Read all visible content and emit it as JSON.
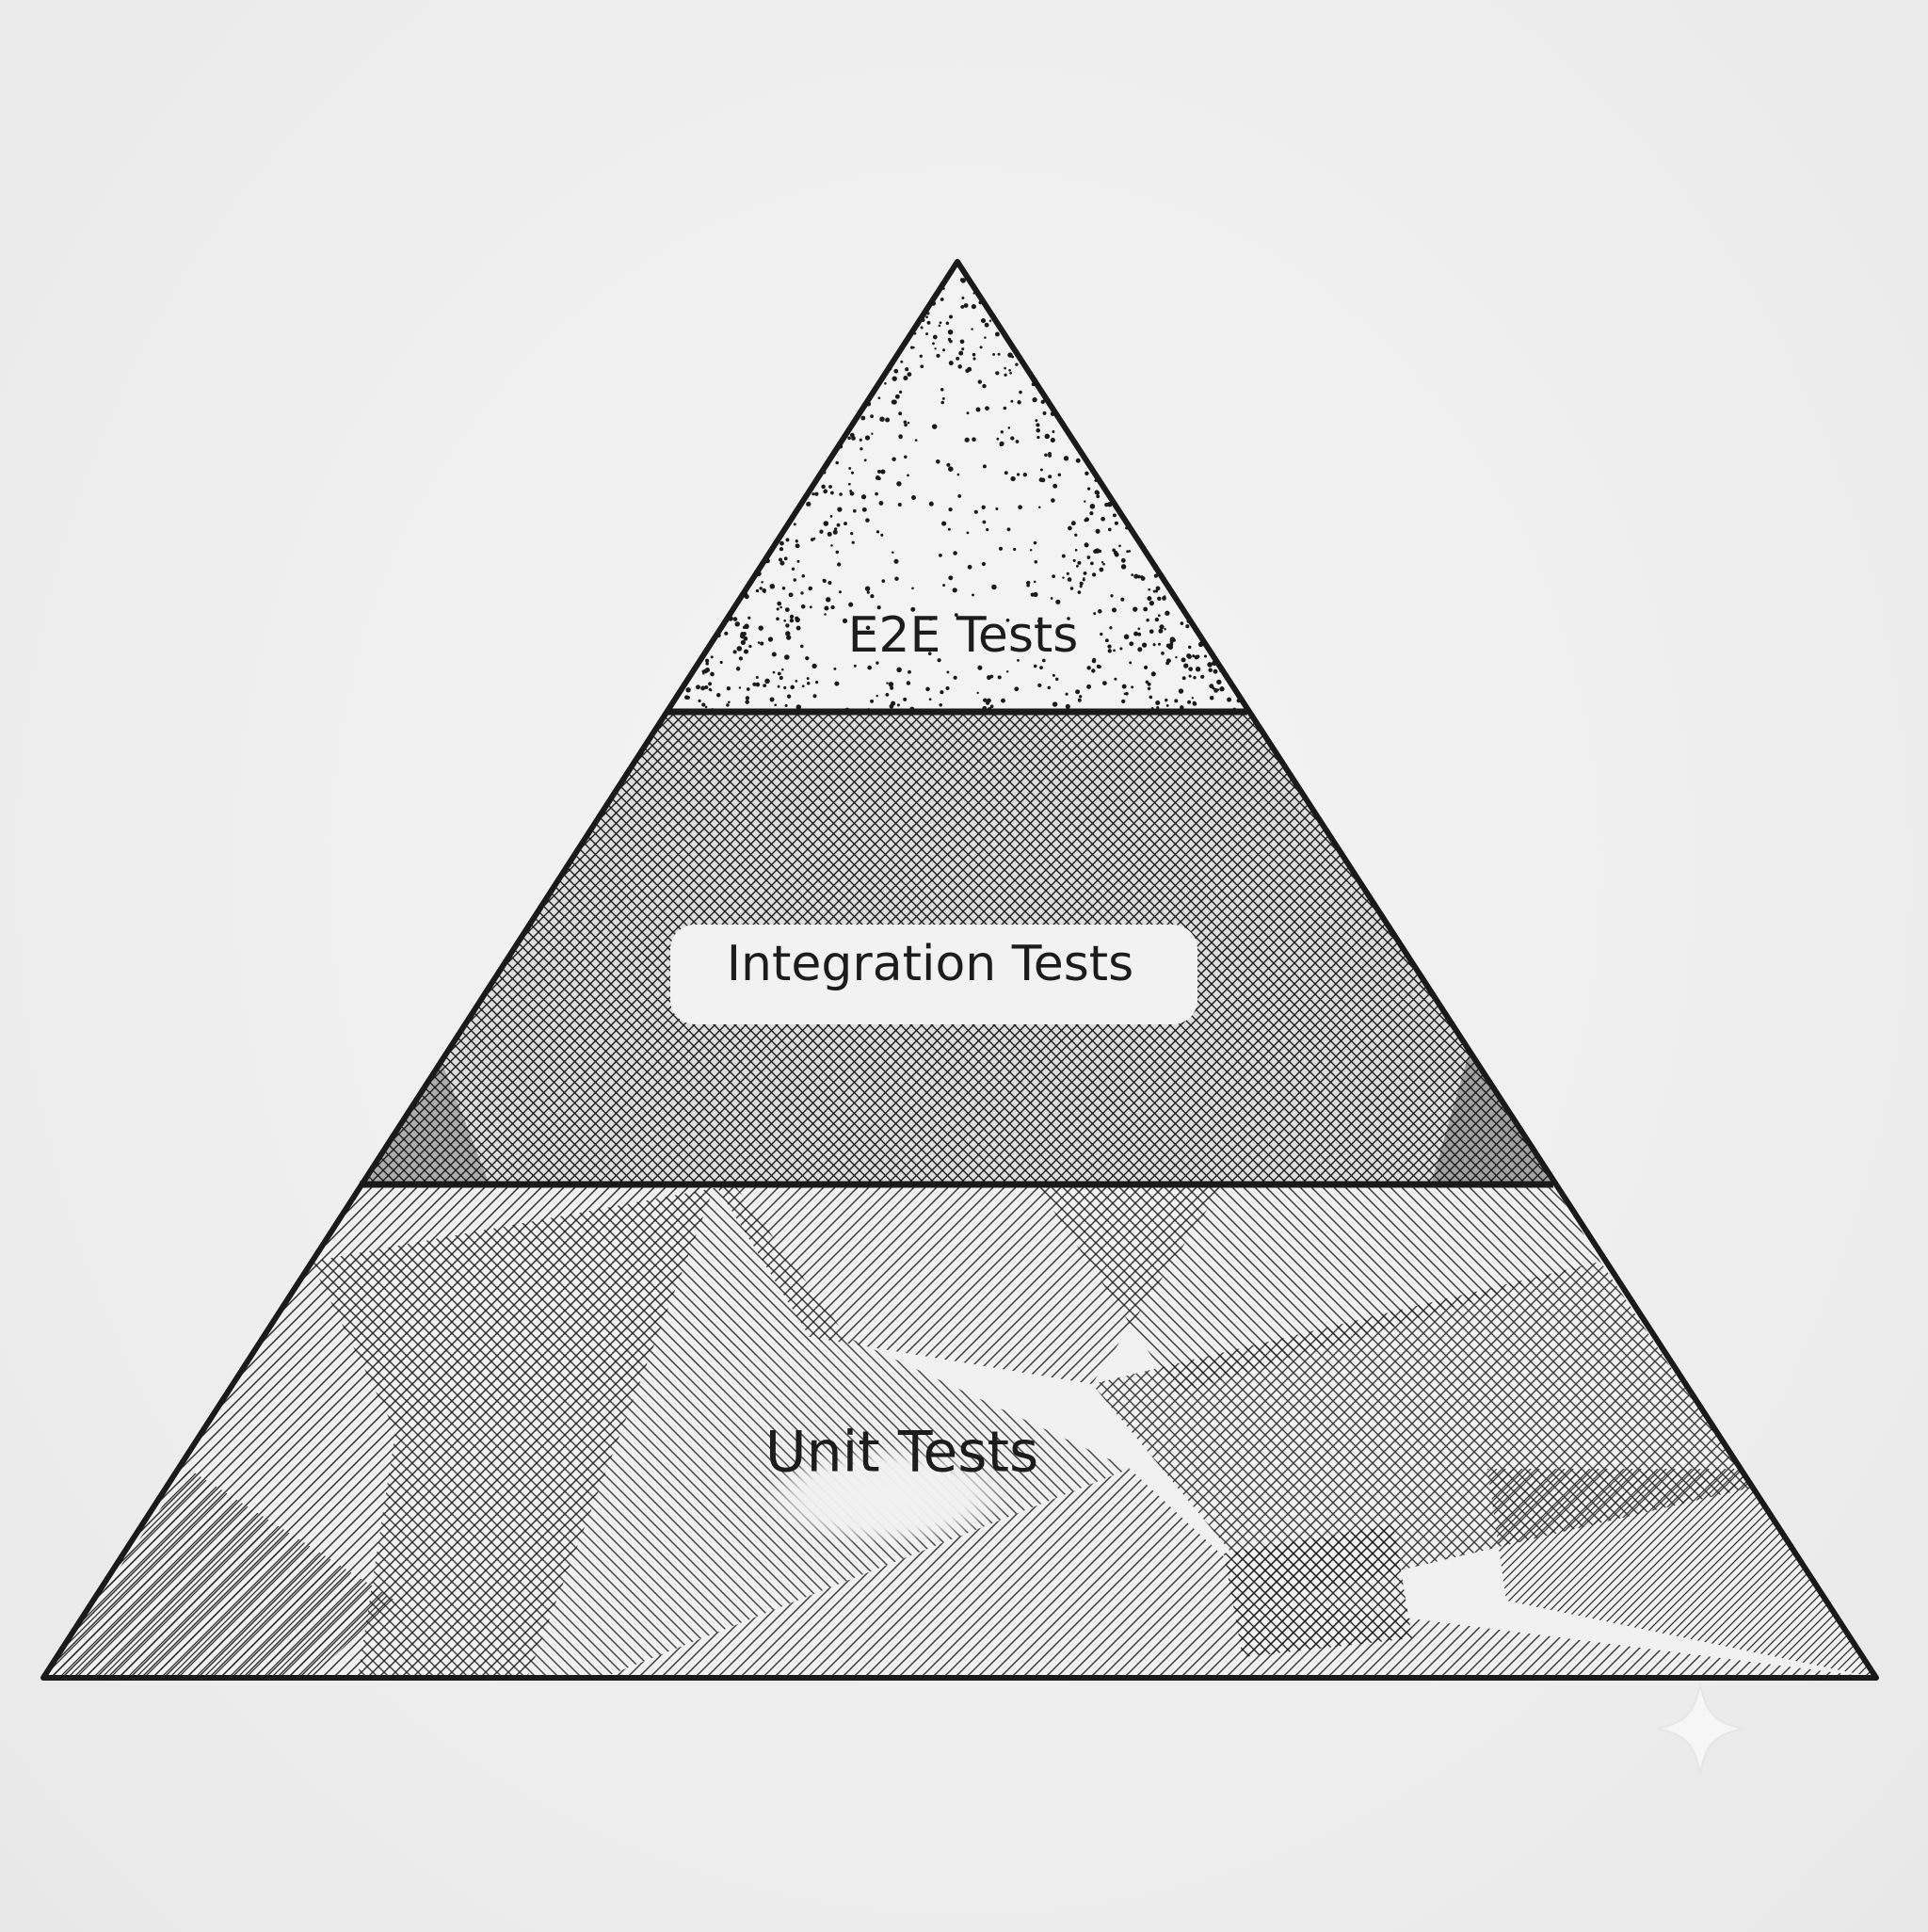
{
  "diagram": {
    "type": "pyramid",
    "tiers": [
      {
        "id": "e2e",
        "label": "E2E Tests",
        "texture": "stipple-dots"
      },
      {
        "id": "integration",
        "label": "Integration Tests",
        "texture": "dense-crosshatch"
      },
      {
        "id": "unit",
        "label": "Unit Tests",
        "texture": "diagonal-hatching-patches"
      }
    ]
  },
  "watermark": {
    "icon": "sparkle-icon"
  },
  "colors": {
    "ink": "#1a1a1a",
    "paper": "#efefef"
  }
}
